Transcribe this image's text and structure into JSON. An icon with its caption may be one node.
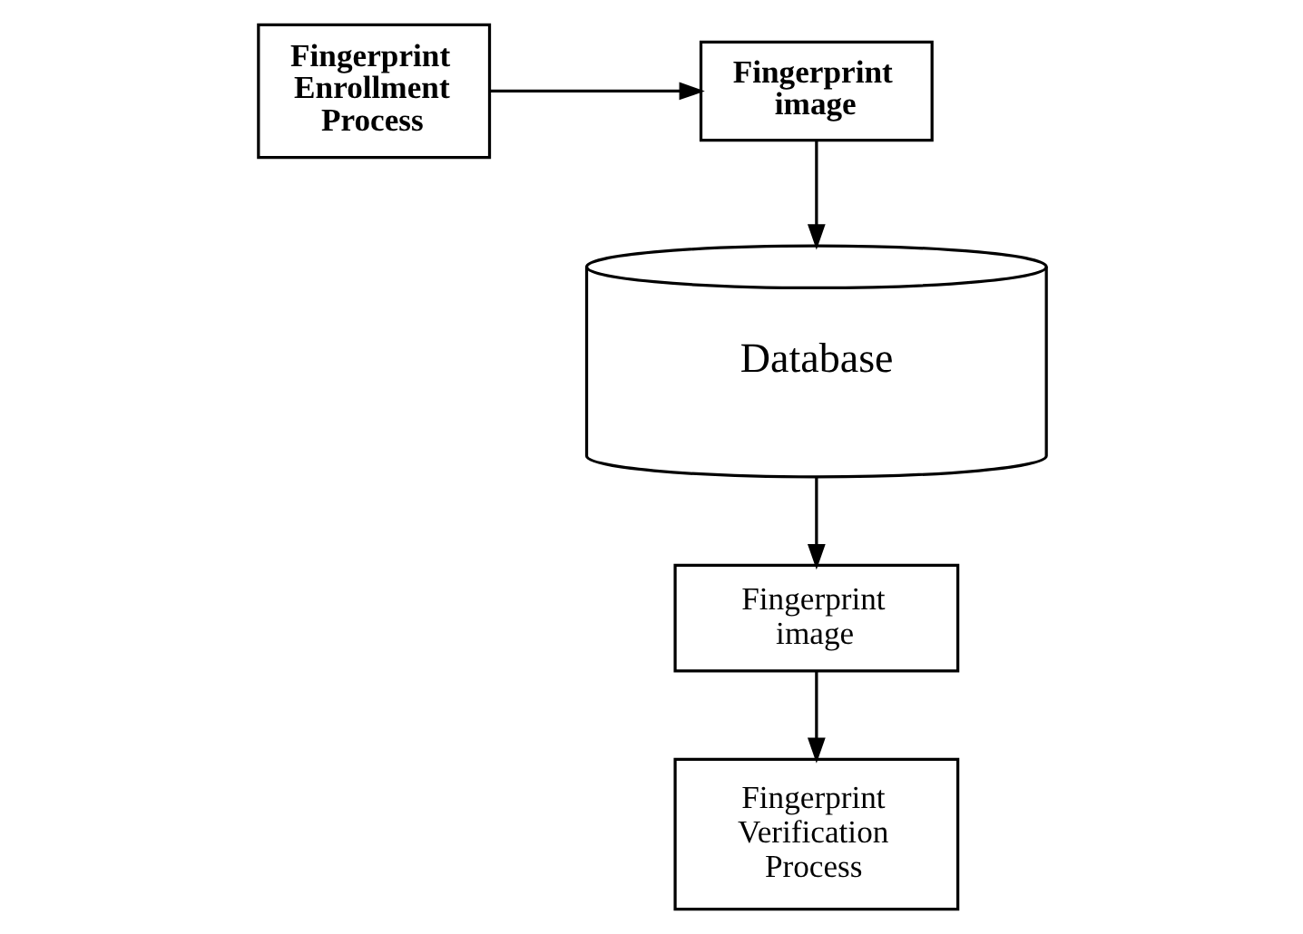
{
  "diagram": {
    "nodes": [
      {
        "text": [
          "Fingerprint Enrollment Process"
        ]
      },
      {
        "text": [
          "Fingerprint image"
        ]
      },
      {
        "text": [
          "Database"
        ]
      },
      {
        "text": [
          "Fingerprint image"
        ]
      },
      {
        "text": [
          "Fingerprint Verification Process"
        ]
      }
    ],
    "edges": [
      {
        "from": 0,
        "to": 1,
        "arrow": "to"
      },
      {
        "from": 1,
        "to": 2,
        "arrow": "to"
      },
      {
        "from": 2,
        "to": 3,
        "arrow": "to"
      },
      {
        "from": 3,
        "to": 4,
        "arrow": "to"
      }
    ]
  }
}
